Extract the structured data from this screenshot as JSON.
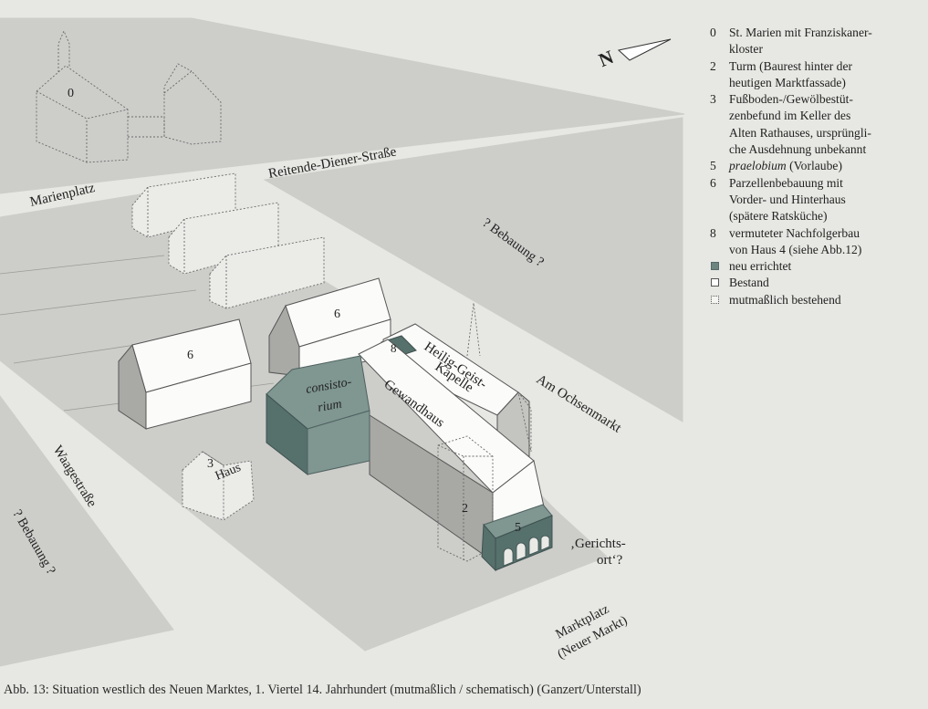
{
  "legend": {
    "items": [
      {
        "num": "0",
        "lines": [
          "St. Marien mit Franziskaner-",
          "kloster"
        ]
      },
      {
        "num": "2",
        "lines": [
          "Turm (Baurest hinter der",
          "heutigen Marktfassade)"
        ]
      },
      {
        "num": "3",
        "lines": [
          "Fußboden-/Gewölbestüt-",
          "zenbefund im Keller des",
          "Alten Rathauses, ursprüngli-",
          "che Ausdehnung unbekannt"
        ]
      },
      {
        "num": "5",
        "italic": "praelobium",
        "rest": " (Vorlaube)"
      },
      {
        "num": "6",
        "lines": [
          "Parzellenbebauung mit",
          "Vorder- und Hinterhaus",
          "(spätere Ratsküche)"
        ]
      },
      {
        "num": "8",
        "lines": [
          "vermuteter Nachfolgerbau",
          "von Haus 4 (siehe Abb.12)"
        ]
      }
    ],
    "key": [
      {
        "label": "neu errichtet",
        "swatch": "neu"
      },
      {
        "label": "Bestand",
        "swatch": "bestand"
      },
      {
        "label": "mutmaßlich bestehend",
        "swatch": "mut"
      }
    ]
  },
  "streets": {
    "marienplatz": "Marienplatz",
    "reitende": "Reitende-Diener-Straße",
    "ochsenmarkt": "Am Ochsenmarkt",
    "waagestrasse": "Waagestraße",
    "marktplatz_1": "Marktplatz",
    "marktplatz_2": "(Neuer Markt)",
    "bebauung_right": "? Bebauung ?",
    "bebauung_left": "? Bebauung ?",
    "gerichtsort_1": "‚Gerichts-",
    "gerichtsort_2": "ort‘?"
  },
  "buildings": {
    "b0": "0",
    "b2": "2",
    "b3": "3",
    "haus": "Haus",
    "b5": "5",
    "b6_left": "6",
    "b6_right": "6",
    "b8": "8",
    "consistorium_1": "consisto-",
    "consistorium_2": "rium",
    "gewandhaus": "Gewandhaus",
    "kapelle_1": "Heilig-Geist-",
    "kapelle_2": "Kapelle"
  },
  "north": "N",
  "caption": "Abb. 13: Situation westlich des Neuen Marktes, 1. Viertel 14. Jahrhundert (mutmaßlich / schematisch) (Ganzert/Unterstall)",
  "colors": {
    "background": "#e7e7e3",
    "block": "#cdcdca",
    "neu_errichtet": "#6d8580",
    "bestand": "#ffffff"
  }
}
